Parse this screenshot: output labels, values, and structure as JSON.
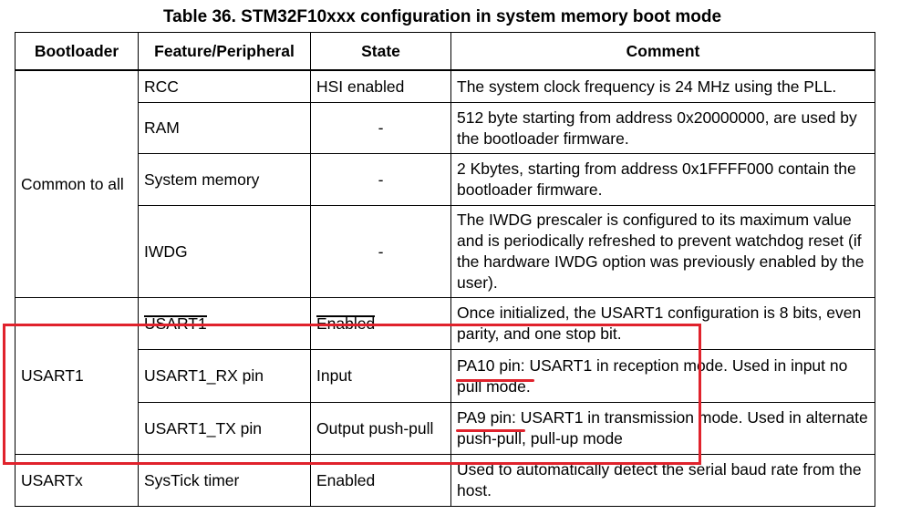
{
  "title": "Table 36. STM32F10xxx configuration in system memory boot mode",
  "headers": {
    "bootloader": "Bootloader",
    "feature": "Feature/Peripheral",
    "state": "State",
    "comment": "Comment"
  },
  "groups": {
    "common": "Common to all",
    "usart1": "USART1",
    "usartx": "USARTx"
  },
  "rows": {
    "rcc": {
      "feature": "RCC",
      "state": "HSI enabled",
      "comment": "The system clock frequency is 24 MHz using the PLL."
    },
    "ram": {
      "feature": "RAM",
      "state": "-",
      "comment": "512 byte starting from address 0x20000000, are used by the bootloader firmware."
    },
    "sysmem": {
      "feature": "System memory",
      "state": "-",
      "comment": "2 Kbytes, starting from address 0x1FFFF000 contain the bootloader firmware."
    },
    "iwdg": {
      "feature": "IWDG",
      "state": "-",
      "comment": "The IWDG prescaler is configured to its maximum value and is periodically refreshed to prevent watchdog reset (if the hardware IWDG option was previously enabled by the user)."
    },
    "usart1": {
      "feature": "USART1",
      "state": "Enabled",
      "comment": "Once initialized, the USART1 configuration is 8 bits, even parity, and one stop bit."
    },
    "rx": {
      "feature": "USART1_RX pin",
      "state": "Input",
      "comment": "PA10 pin: USART1 in reception mode. Used in input no pull mode."
    },
    "tx": {
      "feature": "USART1_TX pin",
      "state": "Output push-pull",
      "comment": "PA9 pin: USART1 in transmission mode. Used in alternate push-pull, pull-up mode"
    },
    "systick": {
      "feature": "SysTick timer",
      "state": "Enabled",
      "comment": "Used to automatically detect the serial baud rate from the host."
    }
  },
  "annotation": {
    "color": "#e0222c"
  }
}
